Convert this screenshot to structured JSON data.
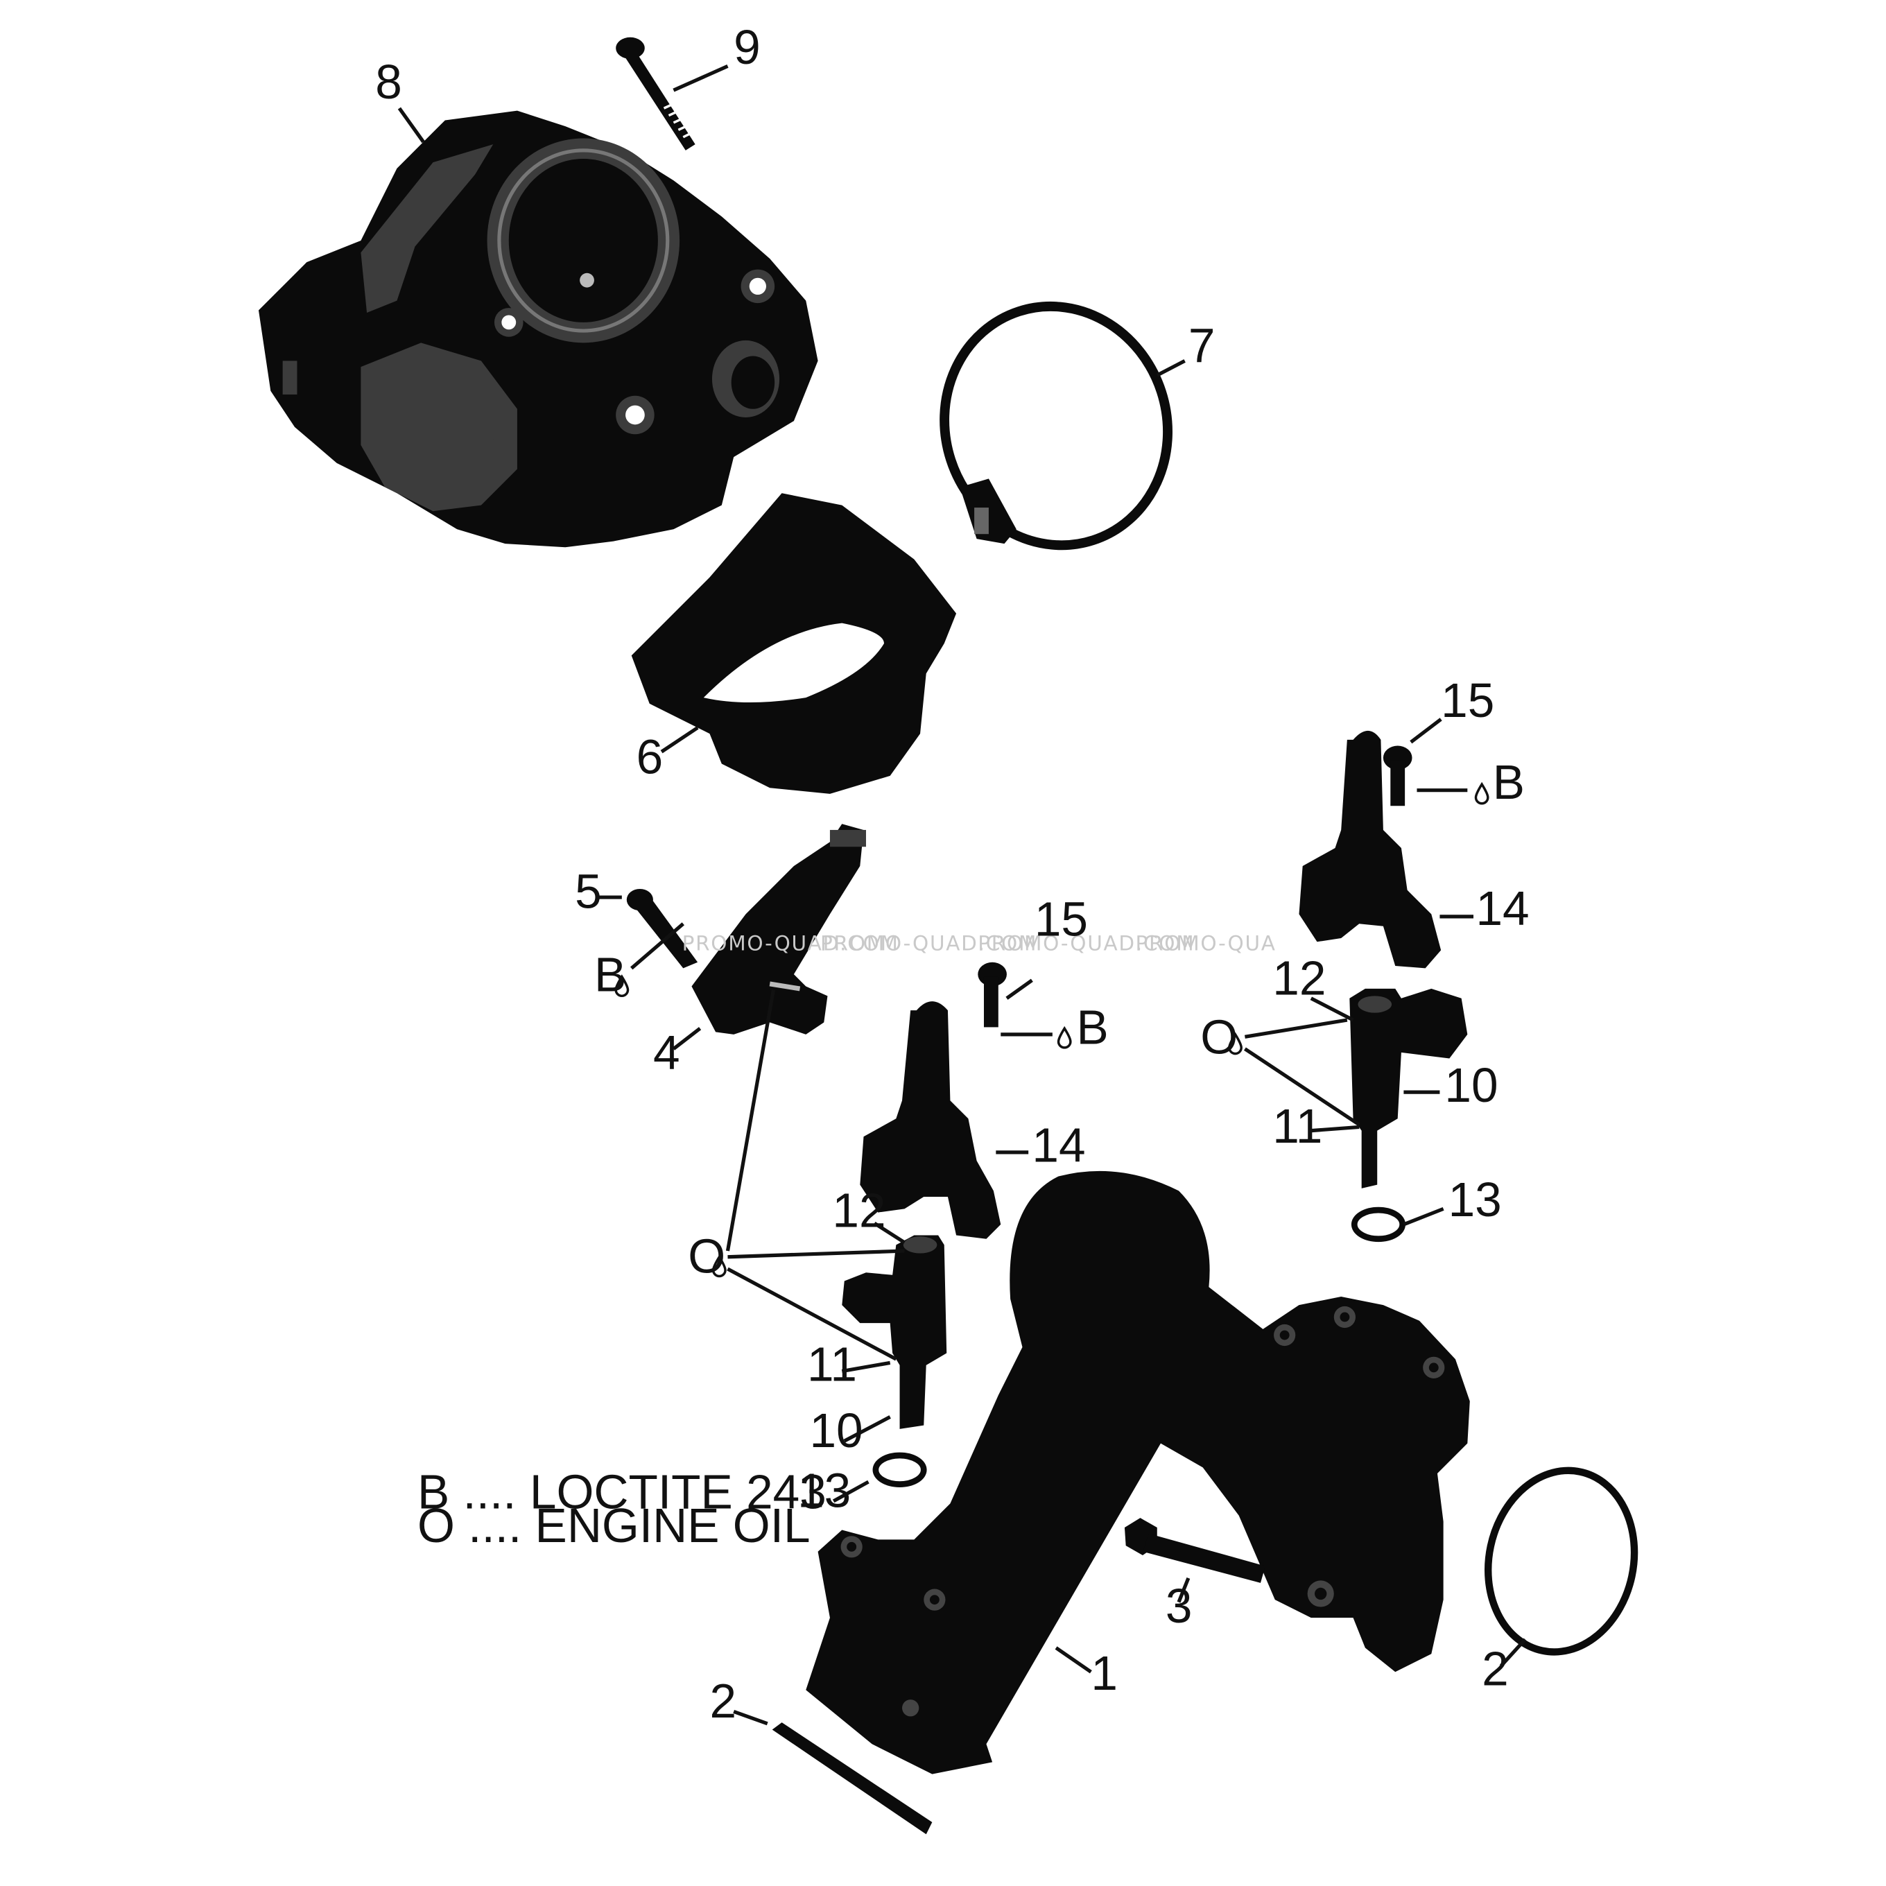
{
  "callouts": [
    {
      "id": "c9",
      "label": "9"
    },
    {
      "id": "c8",
      "label": "8"
    },
    {
      "id": "c7",
      "label": "7"
    },
    {
      "id": "c6",
      "label": "6"
    },
    {
      "id": "c5",
      "label": "5"
    },
    {
      "id": "c4",
      "label": "4"
    },
    {
      "id": "c15a",
      "label": "15"
    },
    {
      "id": "c14a",
      "label": "14"
    },
    {
      "id": "c15b",
      "label": "15"
    },
    {
      "id": "c12a",
      "label": "12"
    },
    {
      "id": "c10a",
      "label": "10"
    },
    {
      "id": "c11a",
      "label": "11"
    },
    {
      "id": "c14b",
      "label": "14"
    },
    {
      "id": "c13a",
      "label": "13"
    },
    {
      "id": "c12b",
      "label": "12"
    },
    {
      "id": "c11b",
      "label": "11"
    },
    {
      "id": "c10b",
      "label": "10"
    },
    {
      "id": "c13b",
      "label": "13"
    },
    {
      "id": "c3",
      "label": "3"
    },
    {
      "id": "c1",
      "label": "1"
    },
    {
      "id": "c2a",
      "label": "2"
    },
    {
      "id": "c2b",
      "label": "2"
    }
  ],
  "markers": {
    "b": "B",
    "o": "O"
  },
  "legend": {
    "line1": "B .... LOCTITE 243",
    "line2": "O .... ENGINE OIL"
  },
  "watermark": [
    "PROMO-QUAD.COM",
    "PROMO-QUAD.COM",
    "PROMO-QUAD.COM",
    "PROMO-QUA"
  ]
}
